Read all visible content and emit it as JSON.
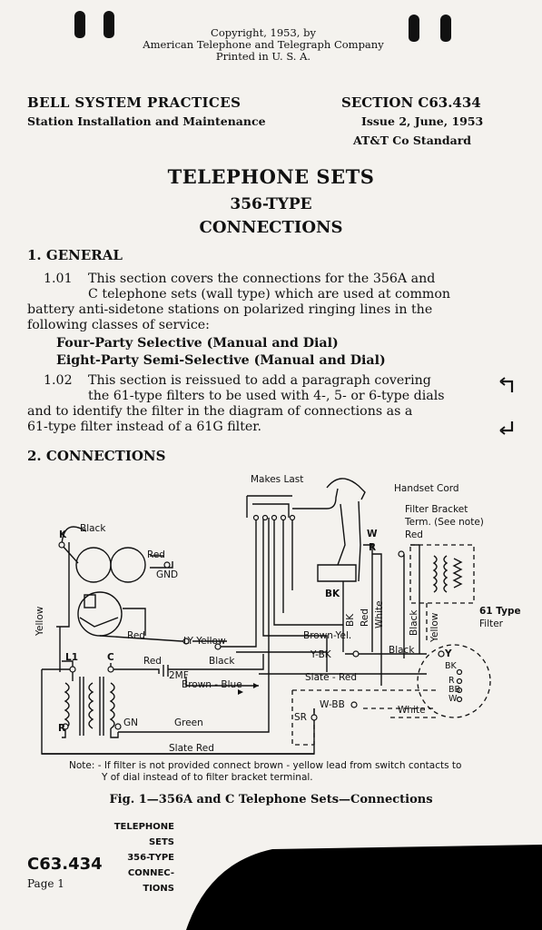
{
  "copyright": {
    "line1": "Copyright, 1953, by",
    "line2": "American Telephone and Telegraph Company",
    "line3": "Printed in U. S. A."
  },
  "header": {
    "org": "BELL SYSTEM PRACTICES",
    "dept": "Station Installation and Maintenance",
    "section": "SECTION C63.434",
    "issue": "Issue 2, June, 1953",
    "standard": "AT&T Co Standard"
  },
  "title": {
    "line1": "TELEPHONE SETS",
    "line2": "356-TYPE",
    "line3": "CONNECTIONS"
  },
  "sections": {
    "general_heading": "1.  GENERAL",
    "p101_num": "1.01",
    "p101_lines": [
      "This section covers the connections for the 356A and",
      "C telephone sets (wall type) which are used at common",
      "battery anti-sidetone stations on polarized ringing lines in the",
      "following classes of service:"
    ],
    "service1": "Four-Party Selective (Manual and Dial)",
    "service2": "Eight-Party Semi-Selective (Manual and Dial)",
    "p102_num": "1.02",
    "p102_lines": [
      "This section is reissued to add a paragraph covering",
      "the 61-type filters to be used with 4-, 5- or 6-type dials",
      "and to identify the filter in the diagram of connections as a",
      "61-type filter instead of a 61G filter."
    ],
    "connections_heading": "2.  CONNECTIONS"
  },
  "diagram": {
    "makes_last": "Makes Last",
    "handset_cord": "Handset Cord",
    "filter_bracket": "Filter Bracket",
    "filter_term": "Term. (See note)",
    "k": "K",
    "black_top": "Black",
    "red_bell": "Red",
    "gnd": "GND",
    "yellow_vert": "Yellow",
    "red_mid": "Red",
    "ly_yellow": "LY Yellow",
    "w": "W",
    "r": "R",
    "red_filter": "Red",
    "bk": "BK",
    "bk_vert": "BK",
    "red_vert": "Red",
    "white_vert": "White",
    "black_vert": "Black",
    "yellow_vert2": "Yellow",
    "brown_yel": "Brown-Yel.",
    "y_bk": "Y-BK",
    "black_right": "Black",
    "filter_61_line1": "61 Type",
    "filter_61_line2": "Filter",
    "l1": "L1",
    "c": "C",
    "red_cap": "Red",
    "black_cap": "Black",
    "two_mf": "2MF",
    "brown_blue": "Brown - Blue",
    "slate_red_mid": "Slate - Red",
    "dial_y": "Y",
    "dial_bk": "BK",
    "dial_r": "R",
    "dial_bb": "BB",
    "dial_w": "W",
    "w_bb": "W-BB",
    "white_dial": "White",
    "sr": "SR",
    "r_coil": "R",
    "gn": "GN",
    "green": "Green",
    "slate_red_bottom": "Slate Red"
  },
  "note": {
    "line1": "Note: - If filter is not provided connect brown - yellow  lead from switch contacts to",
    "line2": "Y of dial instead of to filter bracket terminal."
  },
  "figure_caption": "Fig. 1—356A and C Telephone Sets—Connections",
  "footer": {
    "stamp": [
      "TELEPHONE",
      "SETS",
      "356-TYPE",
      "CONNEC-",
      "TIONS"
    ],
    "section": "C63.434",
    "page": "Page 1"
  }
}
